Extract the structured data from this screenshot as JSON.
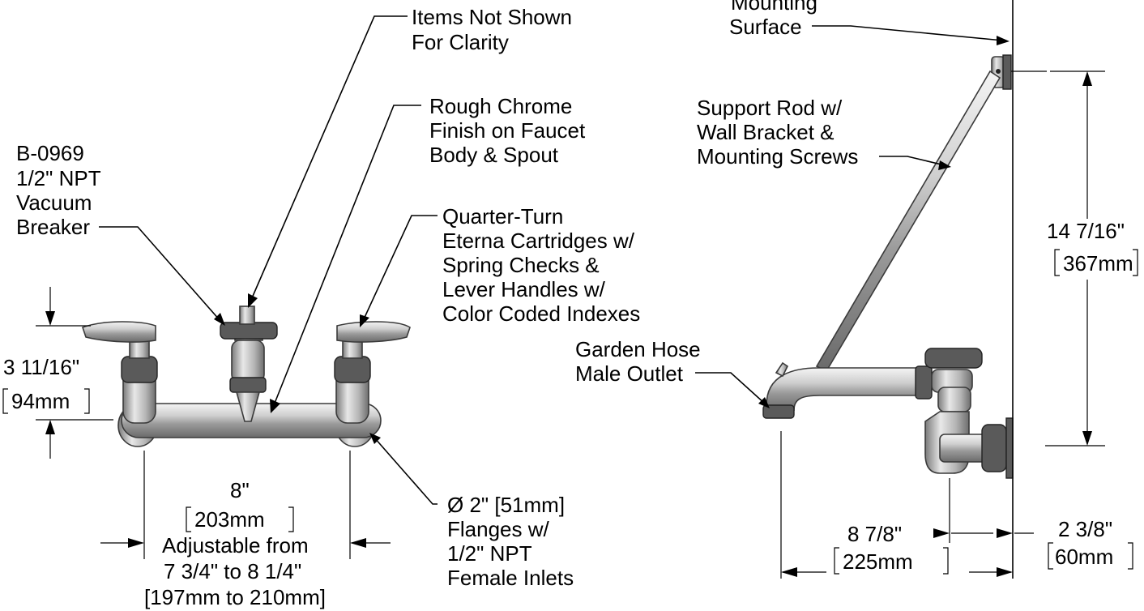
{
  "labels": {
    "items_not_shown": [
      "Items Not Shown",
      "For Clarity"
    ],
    "rough_chrome": [
      "Rough Chrome",
      "Finish on Faucet",
      "Body & Spout"
    ],
    "vacuum_breaker": [
      "B-0969",
      "1/2\" NPT",
      "Vacuum",
      "Breaker"
    ],
    "cartridges": [
      "Quarter-Turn",
      "Eterna Cartridges w/",
      "Spring Checks &",
      "Lever Handles w/",
      "Color Coded Indexes"
    ],
    "mounting_surface": [
      "Mounting",
      "Surface"
    ],
    "support_rod": [
      "Support Rod w/",
      "Wall Bracket &",
      "Mounting Screws"
    ],
    "hose_outlet": [
      "Garden Hose",
      "Male Outlet"
    ],
    "flanges": [
      "Ø 2\" [51mm]",
      "Flanges w/",
      "1/2\" NPT",
      "Female Inlets"
    ]
  },
  "dimensions": {
    "height_front": {
      "imperial": "3 11/16\"",
      "metric": "94mm"
    },
    "centers": {
      "imperial": "8\"",
      "metric": "203mm",
      "note": [
        "Adjustable from",
        "7 3/4\" to 8 1/4\"",
        "[197mm to 210mm]"
      ]
    },
    "height_side": {
      "imperial": "14 7/16\"",
      "metric": "367mm"
    },
    "reach": {
      "imperial": "8 7/8\"",
      "metric": "225mm"
    },
    "offset": {
      "imperial": "2 3/8\"",
      "metric": "60mm"
    }
  }
}
